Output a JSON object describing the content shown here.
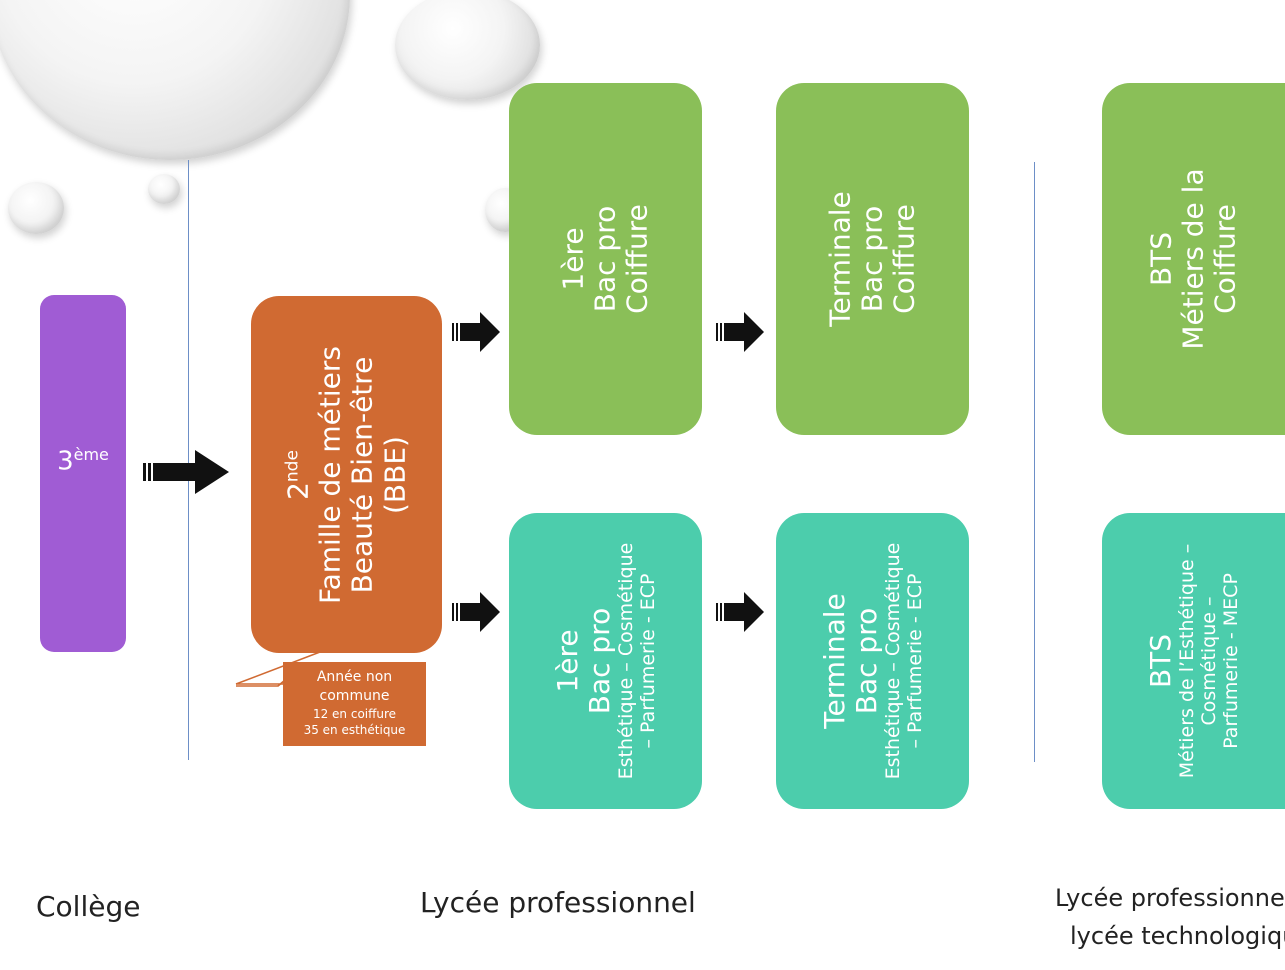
{
  "college": {
    "label_main": "3",
    "label_sup": "ème"
  },
  "seconde": {
    "level_main": "2",
    "level_sup": "nde",
    "line1": "Famille de métiers",
    "line2": "Beauté Bien-être",
    "line3": "(BBE)"
  },
  "note": {
    "line1": "Année non",
    "line2": "commune",
    "line3": "12 en coiffure",
    "line4": "35 en esthétique"
  },
  "green_first": {
    "line1": "1ère",
    "line2": "Bac pro",
    "line3": "Coiffure"
  },
  "green_terminal": {
    "line1": "Terminale",
    "line2": "Bac pro",
    "line3": "Coiffure"
  },
  "green_bts": {
    "line1": "BTS",
    "line2": "Métiers de la",
    "line3": "Coiffure"
  },
  "teal_first": {
    "line1": "1ère",
    "line2": "Bac pro",
    "line3": "Esthétique – Cosmétique",
    "line4": "– Parfumerie  -  ECP"
  },
  "teal_terminal": {
    "line1": "Terminale",
    "line2": "Bac pro",
    "line3": "Esthétique – Cosmétique",
    "line4": "– Parfumerie  -  ECP"
  },
  "teal_bts": {
    "line1": "BTS",
    "line2": "Métiers de l’Esthétique –",
    "line3": "Cosmétique –",
    "line4": "Parfumerie  -  MECP"
  },
  "labels": {
    "college": "Collège",
    "lycee_pro": "Lycée professionnel",
    "lycee_mix_1": "Lycée professionnel ou",
    "lycee_mix_2": "lycée technologique"
  },
  "colors": {
    "purple": "#a05cd4",
    "orange": "#d06a32",
    "green": "#8abf58",
    "teal": "#4ccdac",
    "separator": "#6d8fc7"
  }
}
